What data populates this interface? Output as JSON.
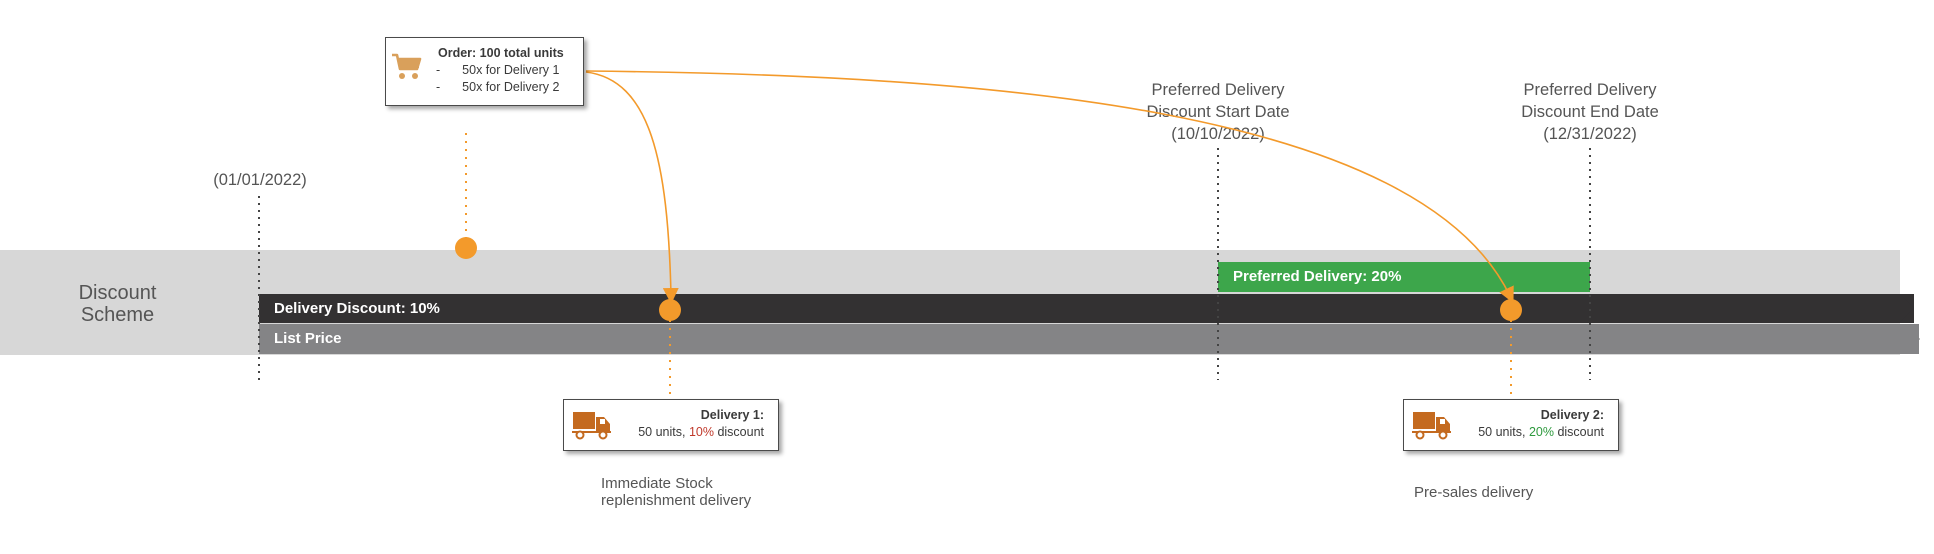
{
  "scheme_label": "Discount\nScheme",
  "bars": {
    "delivery_discount": "Delivery Discount: 10%",
    "list_price": "List Price",
    "preferred_delivery": "Preferred Delivery: 20%"
  },
  "dates": {
    "start_date": "(01/01/2022)",
    "preferred_start": "Preferred Delivery\nDiscount Start Date\n(10/10/2022)",
    "preferred_end": "Preferred Delivery\nDiscount End Date\n(12/31/2022)"
  },
  "order": {
    "icon": "shopping-cart-icon",
    "title": "Order: 100 total units",
    "lines": [
      {
        "bullet": "-",
        "text": "50x for Delivery 1"
      },
      {
        "bullet": "-",
        "text": "50x for Delivery 2"
      }
    ]
  },
  "deliveries": [
    {
      "icon": "truck-icon",
      "title": "Delivery 1:",
      "units": "50 units, ",
      "discount": "10%",
      "suffix": " discount",
      "caption": "Immediate Stock\nreplenishment delivery"
    },
    {
      "icon": "truck-icon",
      "title": "Delivery 2:",
      "units": "50 units, ",
      "discount": "20%",
      "suffix": " discount",
      "caption": "Pre-sales delivery"
    }
  ],
  "colors": {
    "accent_orange": "#f39a2b",
    "cart_icon": "#d9a05b",
    "truck_icon": "#c46a1f",
    "green": "#3da64b",
    "dark_bar": "#333132",
    "grey_bar": "#848486",
    "band": "#d7d7d7",
    "discount_10": "#c0392b",
    "discount_20": "#2e9a3e"
  }
}
